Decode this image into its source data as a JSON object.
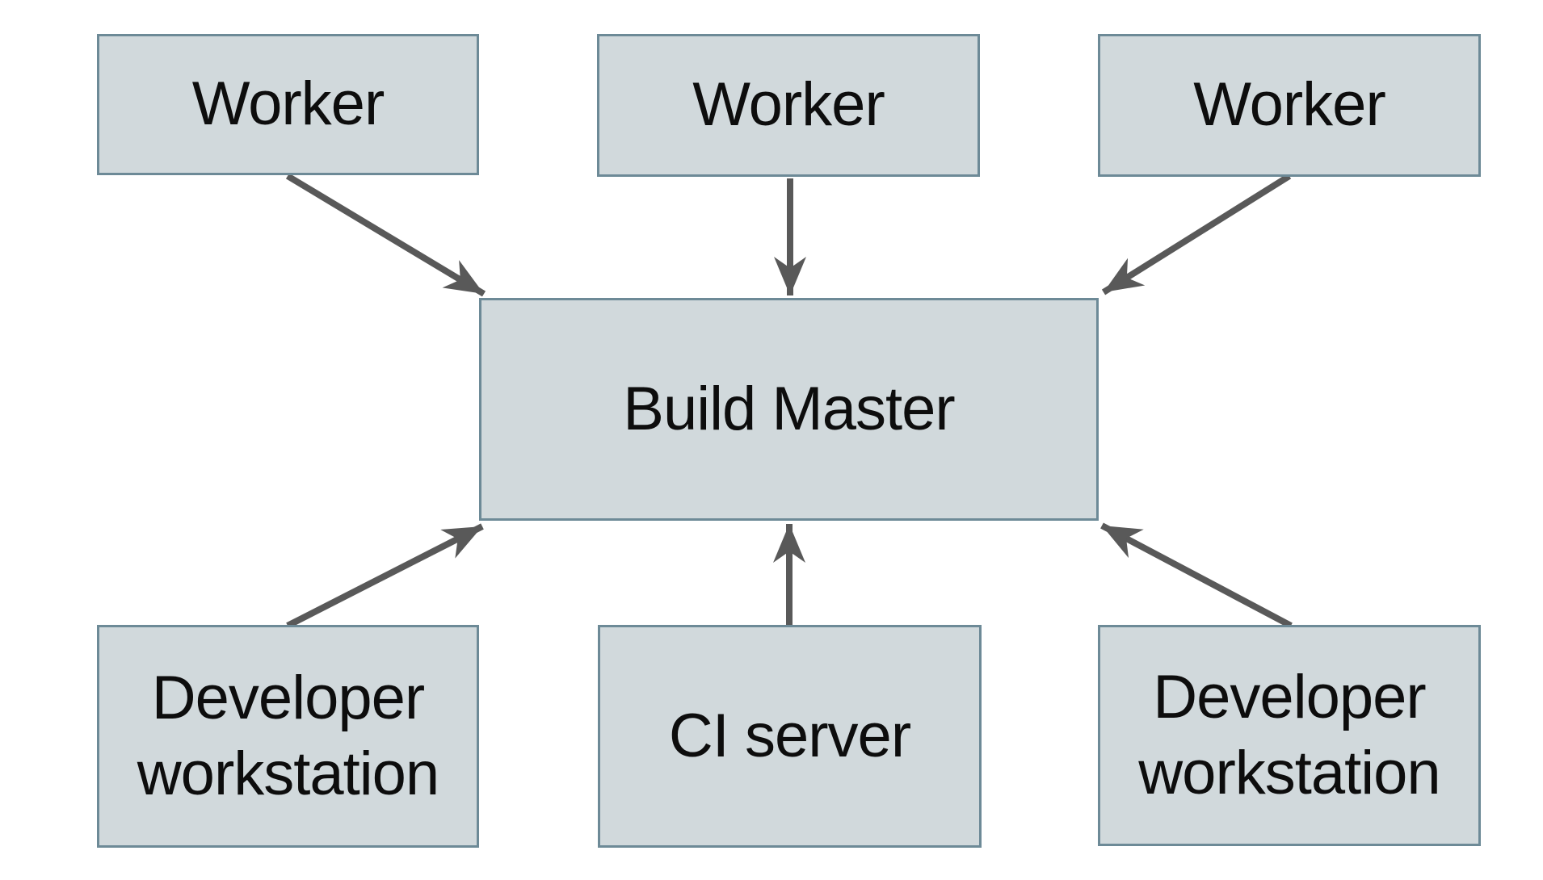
{
  "diagram": {
    "type": "flow-diagram",
    "background": "#ffffff",
    "colors": {
      "node_fill": "#d1d9dc",
      "node_border": "#6d8a97",
      "arrow": "#595959",
      "label_text": "#0d0d0d"
    },
    "nodes": {
      "worker_1": {
        "label": "Worker"
      },
      "worker_2": {
        "label": "Worker"
      },
      "worker_3": {
        "label": "Worker"
      },
      "build_master": {
        "label": "Build Master"
      },
      "dev_workstation_left": {
        "label": "Developer workstation"
      },
      "ci_server": {
        "label": "CI server"
      },
      "dev_workstation_right": {
        "label": "Developer workstation"
      }
    },
    "edges": [
      {
        "from": "worker_1",
        "to": "build_master",
        "points": [
          356,
          218,
          599,
          364
        ]
      },
      {
        "from": "worker_2",
        "to": "build_master",
        "points": [
          978,
          221,
          978,
          366
        ]
      },
      {
        "from": "worker_3",
        "to": "build_master",
        "points": [
          1596,
          218,
          1366,
          362
        ]
      },
      {
        "from": "dev_workstation_left",
        "to": "build_master",
        "points": [
          356,
          775,
          597,
          652
        ]
      },
      {
        "from": "ci_server",
        "to": "build_master",
        "points": [
          977,
          774,
          977,
          649
        ]
      },
      {
        "from": "dev_workstation_right",
        "to": "build_master",
        "points": [
          1598,
          775,
          1364,
          651
        ]
      }
    ]
  }
}
